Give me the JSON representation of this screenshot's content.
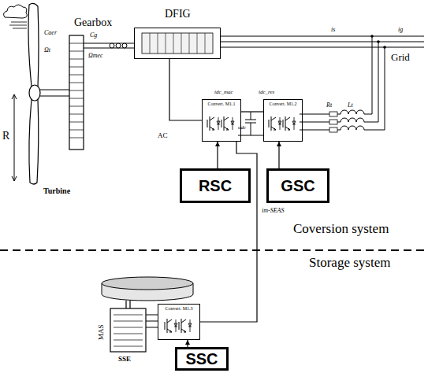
{
  "diagram": {
    "nodes": [
      {
        "text": [
          "DFIG"
        ]
      },
      {
        "text": [
          "Convert. M1.1"
        ]
      },
      {
        "text": [
          "Convert. M1.2"
        ]
      },
      {
        "text": [
          "RSC"
        ]
      },
      {
        "text": [
          "GSC"
        ]
      },
      {
        "text": [
          "Convert. M1.3"
        ]
      },
      {
        "text": [
          "SSC"
        ]
      }
    ],
    "edges": [
      {
        "from": 0,
        "to": 1,
        "arrow": "none"
      },
      {
        "from": 1,
        "to": 2,
        "arrow": "none"
      },
      {
        "from": 3,
        "to": 1,
        "arrow": "to"
      },
      {
        "from": 4,
        "to": 2,
        "arrow": "to"
      },
      {
        "from": 5,
        "to": 1,
        "arrow": "none"
      },
      {
        "from": 6,
        "to": 5,
        "arrow": "to"
      }
    ],
    "labels": [
      "Gearbox",
      "Turbine",
      "R",
      "AC",
      "Grid",
      "Coversion system",
      "Storage system",
      "MAS",
      "SSE",
      "Caer",
      "Ωt",
      "Cg",
      "Ωmec",
      "idc_mac",
      "idc_res",
      "udc",
      "im-SEAS",
      "Rt",
      "Lt",
      "is",
      "ig"
    ]
  }
}
